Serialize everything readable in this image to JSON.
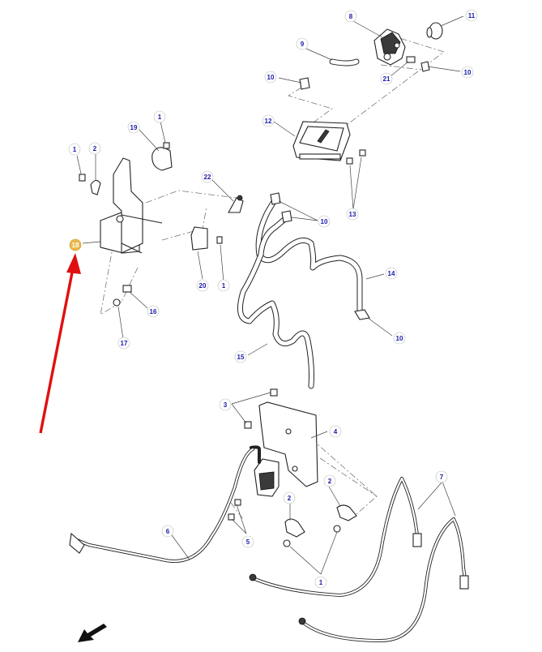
{
  "highlight_color": "#e8b84a",
  "arrow_color": "#e01010",
  "label_color": "#1a1aa8",
  "labels": [
    {
      "id": "l8",
      "text": "8"
    },
    {
      "id": "l11",
      "text": "11"
    },
    {
      "id": "l9",
      "text": "9"
    },
    {
      "id": "l10a",
      "text": "10"
    },
    {
      "id": "l10b",
      "text": "10"
    },
    {
      "id": "l21",
      "text": "21"
    },
    {
      "id": "l12",
      "text": "12"
    },
    {
      "id": "l1a",
      "text": "1"
    },
    {
      "id": "l19",
      "text": "19"
    },
    {
      "id": "l1b",
      "text": "1"
    },
    {
      "id": "l2a",
      "text": "2"
    },
    {
      "id": "l22",
      "text": "22"
    },
    {
      "id": "l10c",
      "text": "10"
    },
    {
      "id": "l13",
      "text": "13"
    },
    {
      "id": "l18",
      "text": "18"
    },
    {
      "id": "l20",
      "text": "20"
    },
    {
      "id": "l1c",
      "text": "1"
    },
    {
      "id": "l14",
      "text": "14"
    },
    {
      "id": "l16",
      "text": "16"
    },
    {
      "id": "l17",
      "text": "17"
    },
    {
      "id": "l10d",
      "text": "10"
    },
    {
      "id": "l15",
      "text": "15"
    },
    {
      "id": "l3",
      "text": "3"
    },
    {
      "id": "l4",
      "text": "4"
    },
    {
      "id": "l7",
      "text": "7"
    },
    {
      "id": "l2b",
      "text": "2"
    },
    {
      "id": "l2c",
      "text": "2"
    },
    {
      "id": "l6",
      "text": "6"
    },
    {
      "id": "l5",
      "text": "5"
    },
    {
      "id": "l1d",
      "text": "1"
    }
  ]
}
